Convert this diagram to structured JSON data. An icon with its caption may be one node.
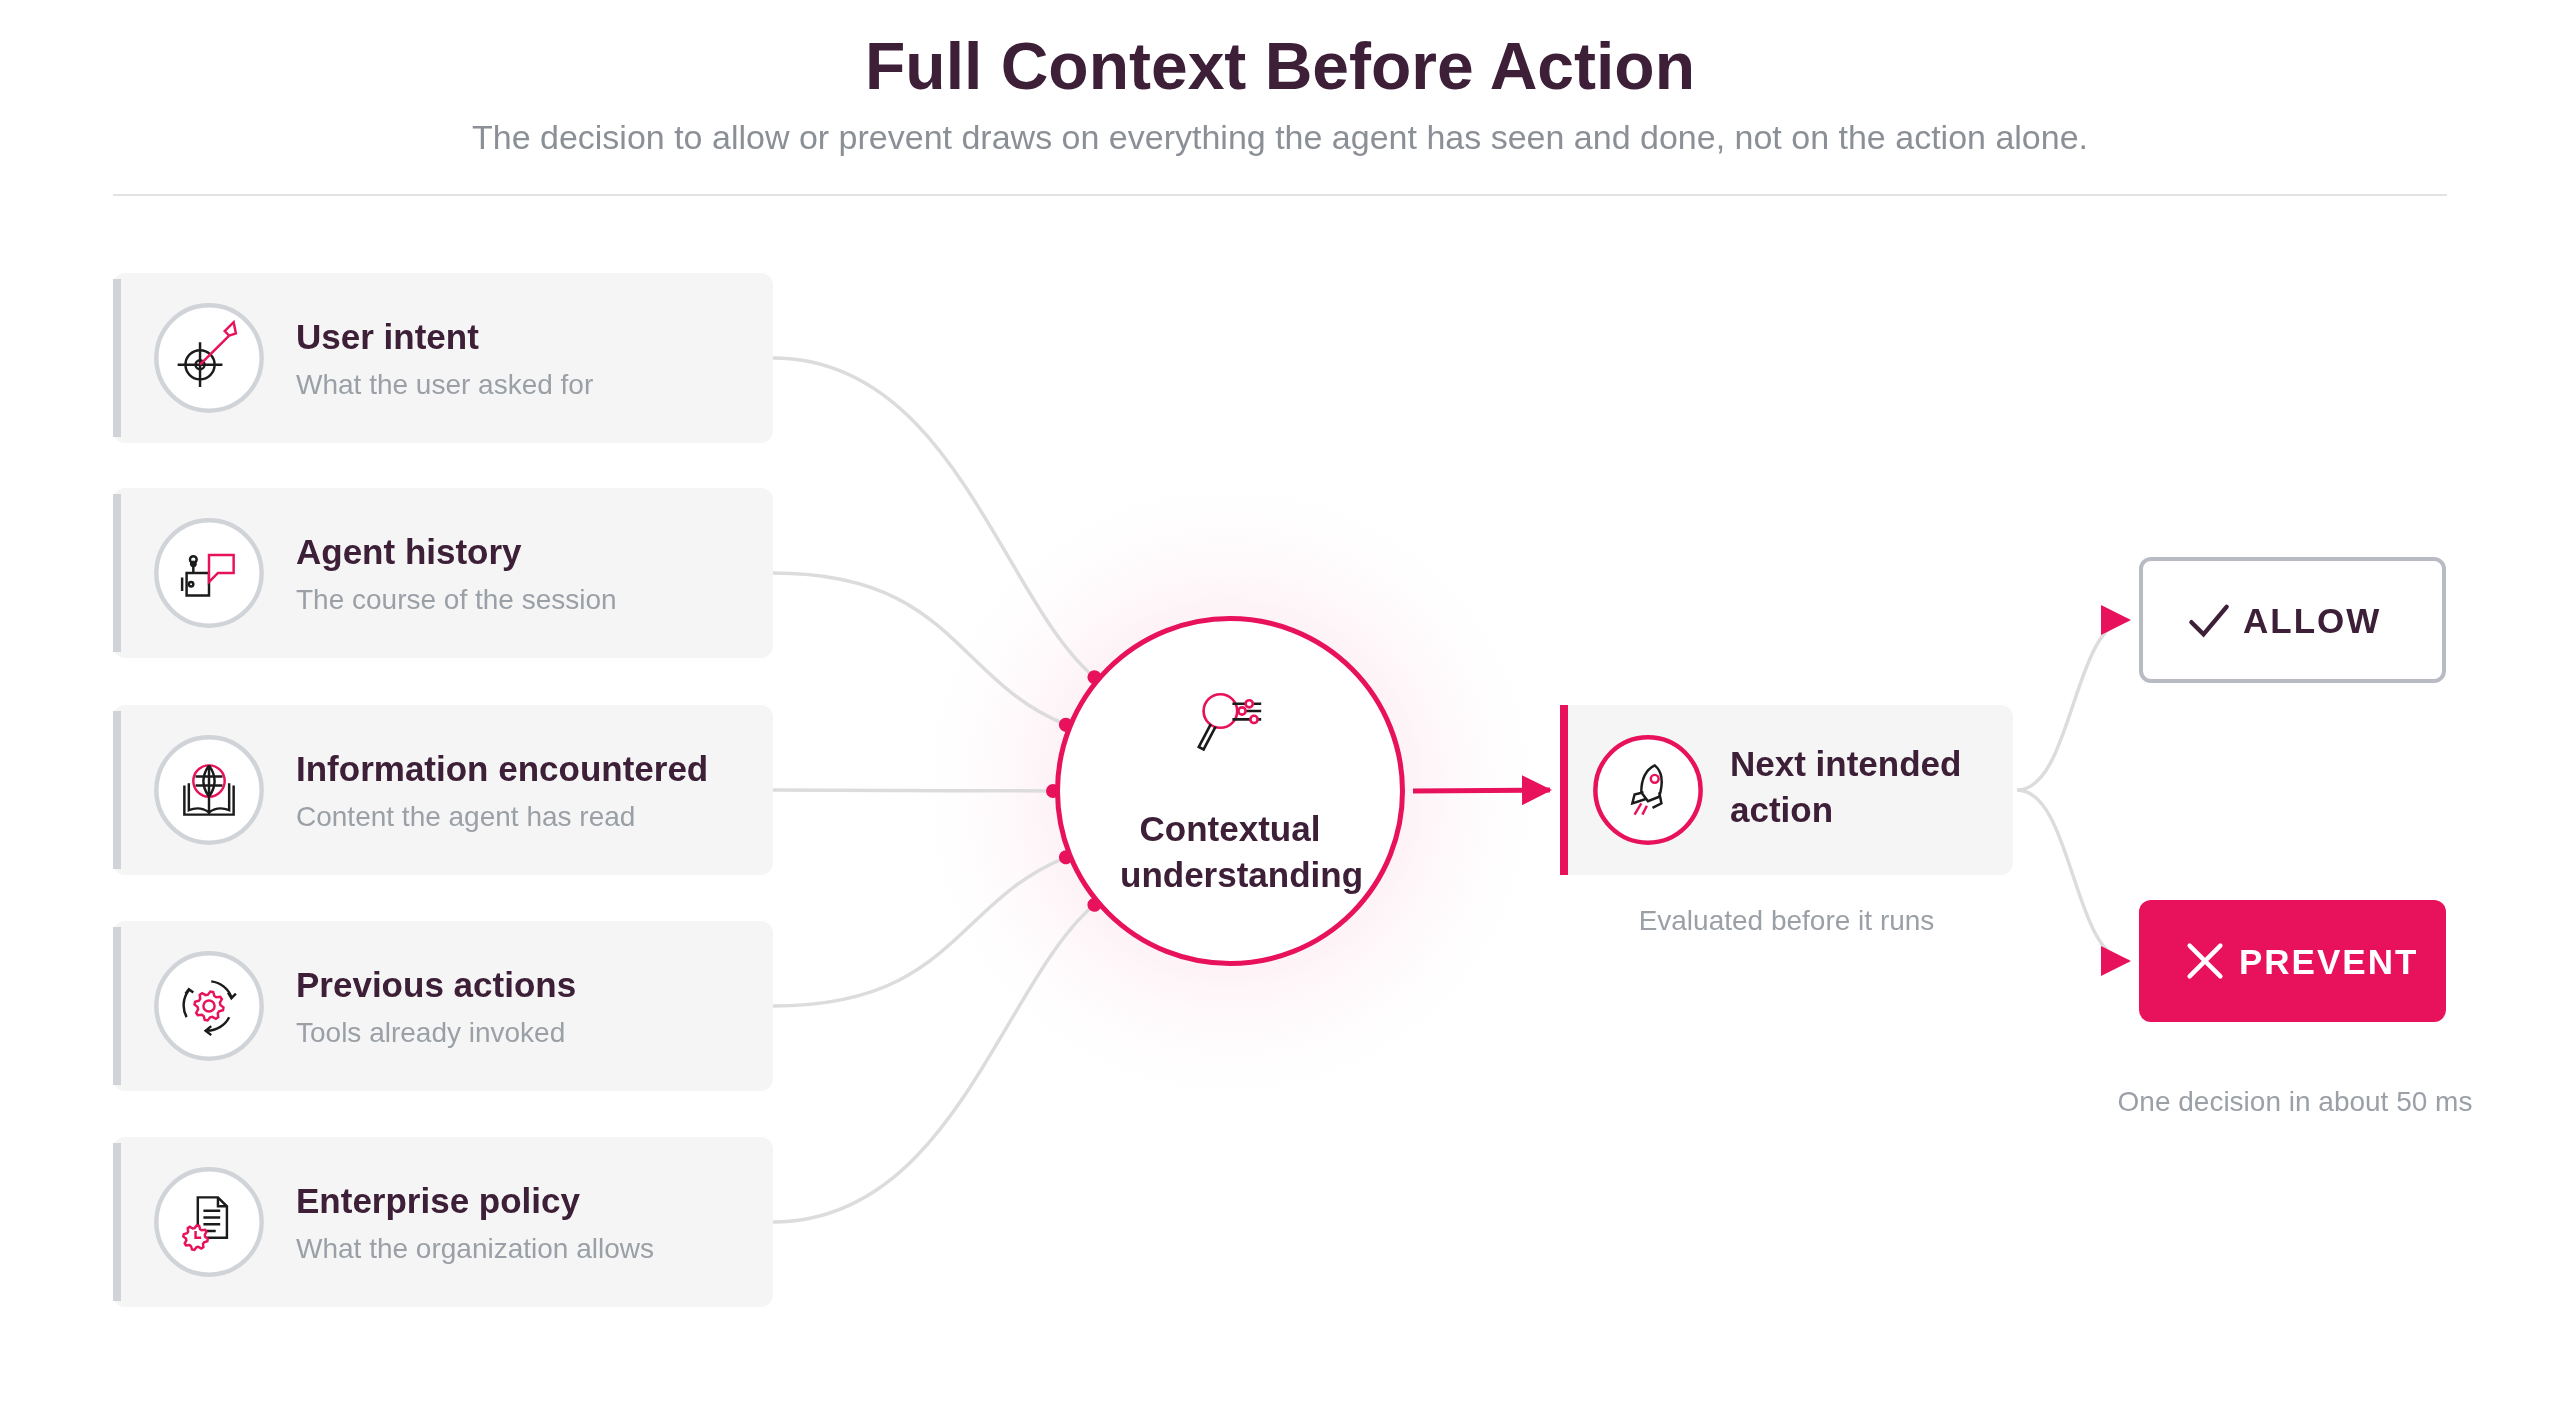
{
  "diagram": {
    "title": "Full Context Before Action",
    "nodes": [
      {
        "text": [
          "User intent",
          "What the user asked for"
        ]
      },
      {
        "text": [
          "Agent history",
          "The course of the session"
        ]
      },
      {
        "text": [
          "Information encountered",
          "Content the agent has read"
        ]
      },
      {
        "text": [
          "Previous actions",
          "Tools already invoked"
        ]
      },
      {
        "text": [
          "Enterprise policy",
          "What the organization allows"
        ]
      },
      {
        "text": [
          "Contextual understanding"
        ]
      },
      {
        "text": [
          "Next intended action"
        ],
        "beside": [
          "Evaluated before it runs"
        ]
      },
      {
        "text": [
          "ALLOW"
        ]
      },
      {
        "text": [
          "PREVENT"
        ]
      }
    ],
    "edges": [
      {
        "from": 0,
        "to": 5,
        "arrow": "other"
      },
      {
        "from": 1,
        "to": 5,
        "arrow": "other"
      },
      {
        "from": 2,
        "to": 5,
        "arrow": "other"
      },
      {
        "from": 3,
        "to": 5,
        "arrow": "other"
      },
      {
        "from": 4,
        "to": 5,
        "arrow": "other"
      },
      {
        "from": 5,
        "to": 6,
        "arrow": "to",
        "color": "#e8115b"
      },
      {
        "from": 6,
        "to": 7,
        "arrow": "to"
      },
      {
        "from": 6,
        "to": 8,
        "arrow": "to"
      }
    ],
    "labels": [
      "The decision to allow or prevent draws on everything the agent has seen and done, not on the action alone.",
      "One decision in about 50 ms"
    ]
  }
}
